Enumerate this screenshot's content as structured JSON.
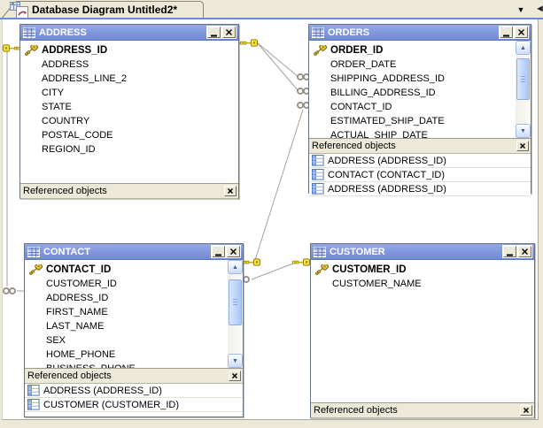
{
  "tab": {
    "title": "Database Diagram Untitled2*"
  },
  "icons": {
    "dropdown": "▼",
    "tab_scroll": "◄",
    "scroll_up": "▲",
    "scroll_down": "▼"
  },
  "referenced_objects_label": "Referenced objects",
  "tables": {
    "address": {
      "title": "ADDRESS",
      "primary_key": "ADDRESS_ID",
      "fields": [
        "ADDRESS_ID",
        "ADDRESS",
        "ADDRESS_LINE_2",
        "CITY",
        "STATE",
        "COUNTRY",
        "POSTAL_CODE",
        "REGION_ID"
      ],
      "referenced": []
    },
    "orders": {
      "title": "ORDERS",
      "primary_key": "ORDER_ID",
      "fields": [
        "ORDER_ID",
        "ORDER_DATE",
        "SHIPPING_ADDRESS_ID",
        "BILLING_ADDRESS_ID",
        "CONTACT_ID",
        "ESTIMATED_SHIP_DATE",
        "ACTUAL_SHIP_DATE"
      ],
      "referenced": [
        "ADDRESS (ADDRESS_ID)",
        "CONTACT (CONTACT_ID)",
        "ADDRESS (ADDRESS_ID)"
      ]
    },
    "contact": {
      "title": "CONTACT",
      "primary_key": "CONTACT_ID",
      "fields": [
        "CONTACT_ID",
        "CUSTOMER_ID",
        "ADDRESS_ID",
        "FIRST_NAME",
        "LAST_NAME",
        "SEX",
        "HOME_PHONE",
        "BUSINESS_PHONE"
      ],
      "referenced": [
        "ADDRESS (ADDRESS_ID)",
        "CUSTOMER (CUSTOMER_ID)"
      ]
    },
    "customer": {
      "title": "CUSTOMER",
      "primary_key": "CUSTOMER_ID",
      "fields": [
        "CUSTOMER_ID",
        "CUSTOMER_NAME"
      ],
      "referenced": []
    }
  },
  "relationships": [
    {
      "from": "ADDRESS.ADDRESS_ID",
      "to": "ORDERS.SHIPPING_ADDRESS_ID"
    },
    {
      "from": "ADDRESS.ADDRESS_ID",
      "to": "ORDERS.BILLING_ADDRESS_ID"
    },
    {
      "from": "CONTACT.CONTACT_ID",
      "to": "ORDERS.CONTACT_ID"
    },
    {
      "from": "CUSTOMER.CUSTOMER_ID",
      "to": "CONTACT.CUSTOMER_ID"
    },
    {
      "from": "ADDRESS.ADDRESS_ID",
      "to": "CONTACT.ADDRESS_ID"
    }
  ],
  "colors": {
    "titlebar_blue": "#7e93dc",
    "chrome_beige": "#ece9d8",
    "canvas_white": "#ffffff",
    "relationship_line": "#a5a29a",
    "key_gold": "#ffe83e",
    "tab_rule_blue": "#6d88d8"
  }
}
